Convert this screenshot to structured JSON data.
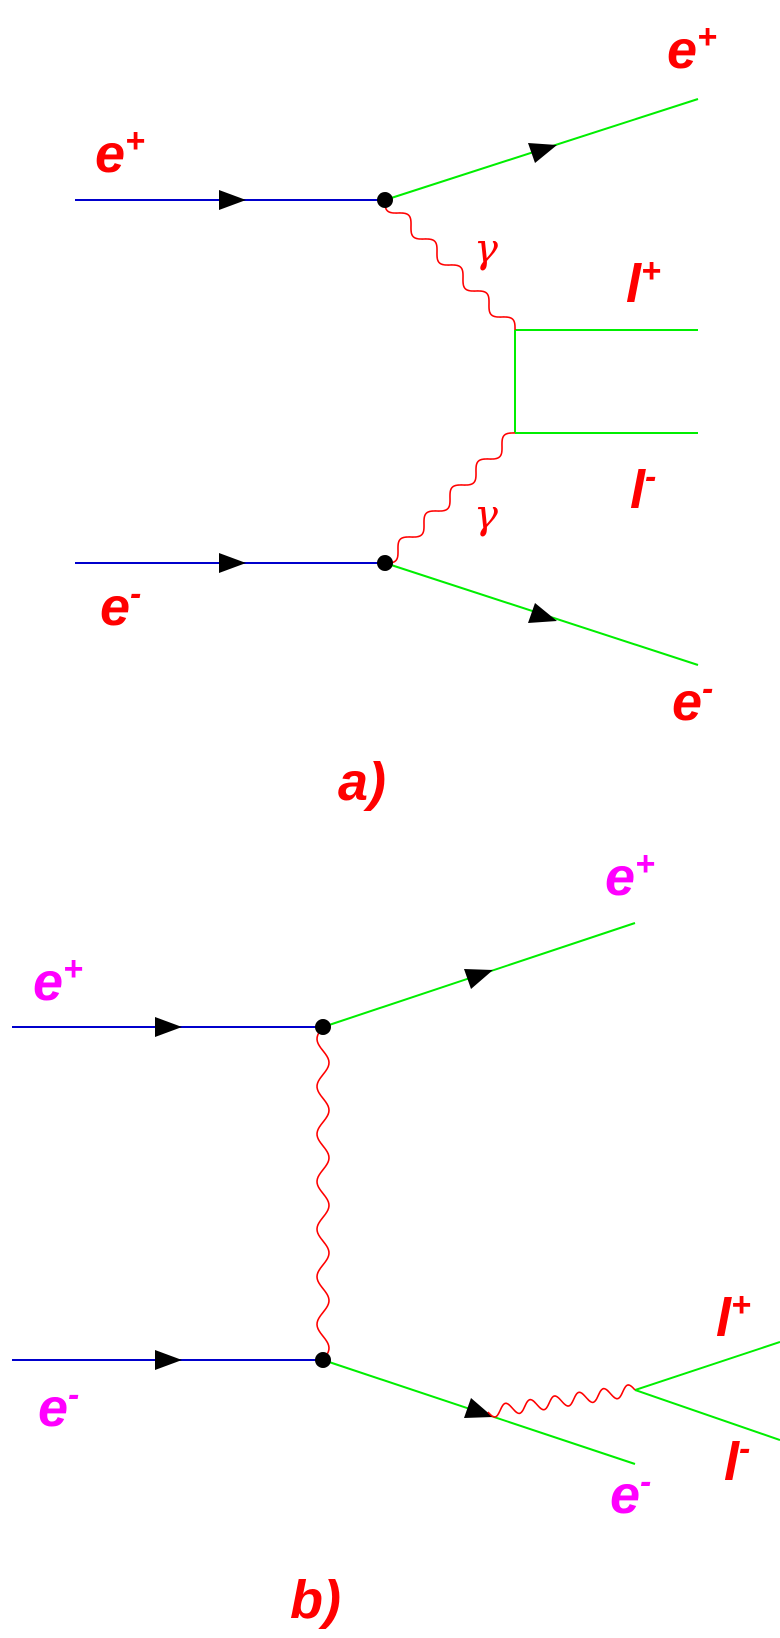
{
  "diagram_a": {
    "caption": "a)",
    "labels": {
      "in_positron": {
        "base": "e",
        "sup": "+"
      },
      "out_positron": {
        "base": "e",
        "sup": "+"
      },
      "in_electron": {
        "base": "e",
        "sup": "-"
      },
      "out_electron": {
        "base": "e",
        "sup": "-"
      },
      "lepton_plus": {
        "base": "l",
        "sup": "+"
      },
      "lepton_minus": {
        "base": "l",
        "sup": "-"
      },
      "photon_upper": "γ",
      "photon_lower": "γ"
    }
  },
  "diagram_b": {
    "caption": "b)",
    "labels": {
      "in_positron": {
        "base": "e",
        "sup": "+"
      },
      "out_positron": {
        "base": "e",
        "sup": "+"
      },
      "in_electron": {
        "base": "e",
        "sup": "-"
      },
      "out_electron": {
        "base": "e",
        "sup": "-"
      },
      "lepton_plus": {
        "base": "l",
        "sup": "+"
      },
      "lepton_minus": {
        "base": "l",
        "sup": "-"
      }
    }
  },
  "colors": {
    "incoming_line": "#0000cc",
    "outgoing_line": "#00ee00",
    "photon": "#ff0000",
    "label_a": "#ff0000",
    "label_b": "#ff00ff",
    "vertex": "#000000"
  }
}
